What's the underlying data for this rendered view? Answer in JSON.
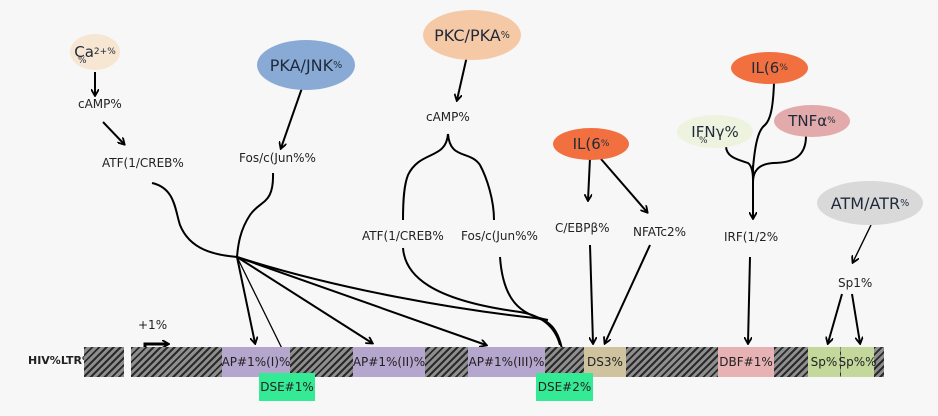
{
  "colors": {
    "ca": "#f7e6d2",
    "pka_jnk": "#8aaad6",
    "pkc_pka": "#f6c9a6",
    "il6": "#f2703f",
    "ifng": "#eef3df",
    "tnfa": "#e2aaaa",
    "atm_atr": "#d9d9d9",
    "ap1": "#b4a6cc",
    "dse": "#35ea95",
    "ds3": "#cfc39f",
    "dbf1": "#e6b2b4",
    "sp": "#c3d89a"
  },
  "upstream": {
    "ca": {
      "text": "Ca",
      "sup": "2+%",
      "sub": "%"
    },
    "pka_jnk": {
      "text": "PKA/JNK",
      "sup": "%"
    },
    "pkc_pka": {
      "text": "PKC/PKA",
      "sup": "%"
    },
    "il6_a": {
      "text": "IL(6",
      "sup": "%"
    },
    "il6_b": {
      "text": "IL(6",
      "sup": "%"
    },
    "ifng": {
      "text": "IFNγ%",
      "sub": "%"
    },
    "tnfa": {
      "text": "TNFα",
      "sup": "%"
    },
    "atm_atr": {
      "text": "ATM/ATR",
      "sup": "%"
    }
  },
  "intermediates": {
    "camp_1": "cAMP%",
    "atf_creb_1": "ATF(1/CREB%",
    "fos_jun_1": "Fos/c(Jun%%",
    "camp_2": "cAMP%",
    "atf_creb_2": "ATF(1/CREB%",
    "fos_jun_2": "Fos/c(Jun%%",
    "cebpb": "C/EBPβ%",
    "nfatc2": "NFATc2%",
    "irf": "IRF(1/2%",
    "sp1": "Sp1%"
  },
  "promoter": {
    "label": "HIV%LTR%",
    "tss": "+1%",
    "sites": {
      "ap1_i": "AP#1%(I)%",
      "ap1_ii": "AP#1%(II)%",
      "ap1_iii": "AP#1%(III)%",
      "ds3": "DS3%",
      "dbf1": "DBF#1%",
      "sp_a": "Sp%",
      "sp_b": "Sp%%",
      "dse1": "DSE#1%",
      "dse2": "DSE#2%"
    }
  }
}
